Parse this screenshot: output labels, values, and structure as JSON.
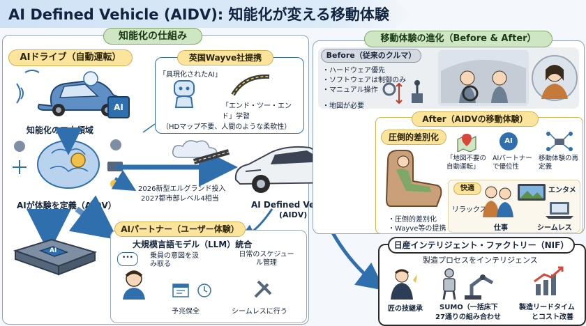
{
  "title": "AI Defined Vehicle (AIDV): 知能化が変える移動体験",
  "left": {
    "header": "知能化の仕組み",
    "aidrive": {
      "label": "AIドライブ（自動運転）",
      "car_chip": "AI",
      "two_domains": "知能化の二大領域"
    },
    "wayve": {
      "label": "英国Wayve社提携",
      "quote1": "「具現化されたAI」",
      "quote2": "「エンド・ツー・エンド」学習",
      "note": "（HDマップ不要、人間のような柔軟性）"
    },
    "brain_caption": "AIが体験を定義（AIDV）",
    "roadmap_line1": "2026新型エルグランド投入",
    "roadmap_line2": "2027都市部レベル4相当",
    "chip_label": "AI",
    "partner": {
      "label": "AIパートナー（ユーザー体験）",
      "llm": "大規模言語モデル（LLM）統合",
      "intent": "乗員の意図を汲み取る",
      "schedule": "日常のスケジュール管理",
      "maintenance": "予兆保全",
      "seamless": "シームレスに行う"
    }
  },
  "center": {
    "vehicle_line1": "AI Defined Vehicle",
    "vehicle_line2": "(AIDV)"
  },
  "right": {
    "header": "移動体験の進化（Before & After）",
    "before": {
      "label": "Before（従来のクルマ）",
      "items": [
        "・ハードウェア優先",
        "・ソフトウェアは制御のみ",
        "・マニュアル操作",
        "・地図が必要"
      ]
    },
    "after": {
      "label": "After（AIDVの移動体験）",
      "diff_label": "圧倒的差別化",
      "feature1": "「地図不要の自動運転」",
      "feature2": "AIパートナーで優位性",
      "feature3": "移動体験の再定義",
      "feature2_chip": "AI",
      "points": [
        "・圧倒的差別化",
        "・Wayve等の提携"
      ],
      "comfort": "快適",
      "relax": "リラックス",
      "entertainment": "エンタメ",
      "work": "仕事",
      "seamless": "シームレス"
    },
    "nif": {
      "label": "日産インテリジェント・ファクトリー（NIF）",
      "sub": "製造プロセスをインテリジェンス",
      "item1": "匠の技継承",
      "item2_line1": "SUMO（一括床下",
      "item2_line2": "27通りの組み合わせ",
      "item3_line1": "製造リードタイム",
      "item3_line2": "とコスト改善"
    }
  },
  "colors": {
    "accent_blue": "#2f6fae",
    "green_pill": "#cfe6c2",
    "yellow_pill": "#fbe49b"
  }
}
